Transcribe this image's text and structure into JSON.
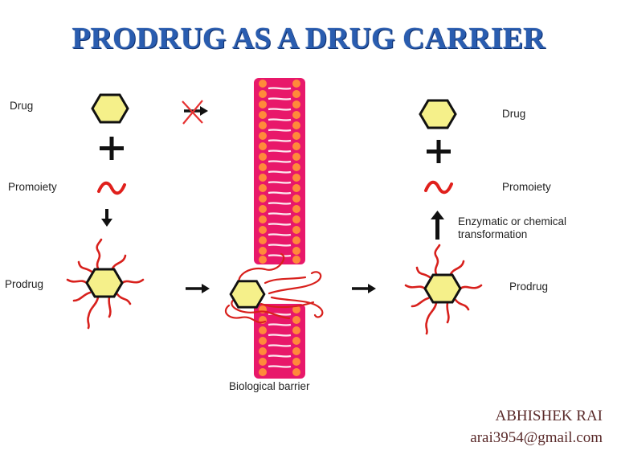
{
  "title": "PRODRUG AS A DRUG CARRIER",
  "left": {
    "drug_label": "Drug",
    "promoiety_label": "Promoiety",
    "prodrug_label": "Prodrug"
  },
  "right": {
    "drug_label": "Drug",
    "promoiety_label": "Promoiety",
    "transformation_line1": "Enzymatic or chemical",
    "transformation_line2": "transformation",
    "prodrug_label": "Prodrug"
  },
  "barrier_label": "Biological barrier",
  "author": {
    "name": "ABHISHEK RAI",
    "email": "arai3954@gmail.com"
  },
  "colors": {
    "title": "#2a5db0",
    "drug_fill": "#f5f08a",
    "promoiety": "#e0201c",
    "membrane": "#e8186a",
    "membrane_head": "#ff8a3a"
  }
}
